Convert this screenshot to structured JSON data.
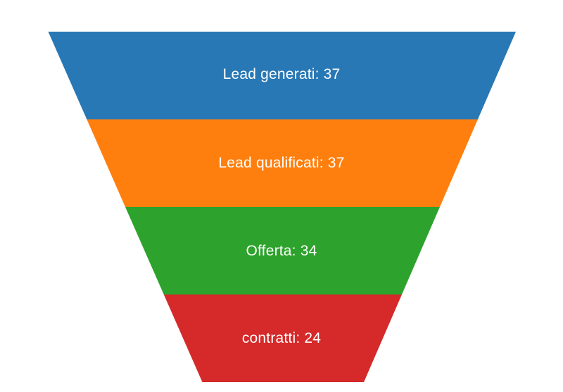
{
  "chart_data": {
    "type": "funnel",
    "title": "",
    "legend": "none",
    "orientation": "top-wide",
    "background": "#ffffff",
    "label_color": "#ffffff",
    "label_format": "{label}: {value}",
    "stages": [
      {
        "label": "Lead generati",
        "value": 37,
        "display": "Lead generati: 37",
        "color": "#2878b5"
      },
      {
        "label": "Lead qualificati",
        "value": 37,
        "display": "Lead qualificati: 37",
        "color": "#ff7f0e"
      },
      {
        "label": "Offerta",
        "value": 34,
        "display": "Offerta: 34",
        "color": "#2da22c"
      },
      {
        "label": "contratti",
        "value": 24,
        "display": "contratti: 24",
        "color": "#d62929"
      }
    ]
  }
}
